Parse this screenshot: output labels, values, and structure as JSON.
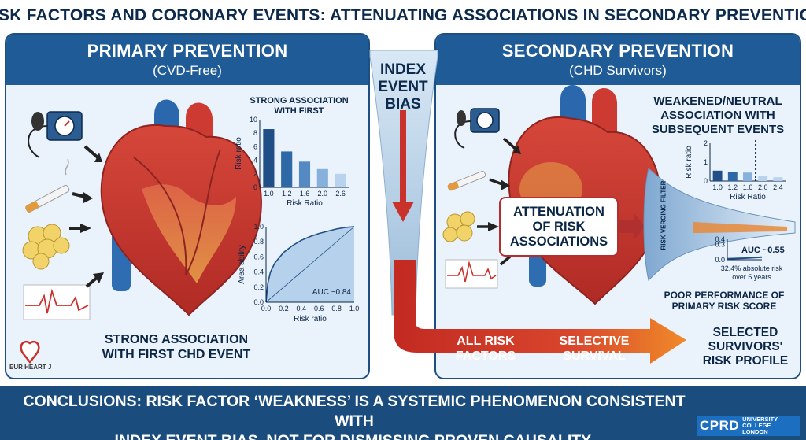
{
  "title": "RISK FACTORS AND CORONARY EVENTS: ATTENUATING ASSOCIATIONS IN SECONDARY PREVENTION",
  "left_panel": {
    "heading": "PRIMARY PREVENTION",
    "subheading": "(CVD-Free)",
    "caption_line1": "STRONG ASSOCIATION",
    "caption_line2": "WITH FIRST CHD EVENT",
    "logo": "EUR HEART J"
  },
  "center": {
    "bias_line1": "INDEX",
    "bias_line2": "EVENT",
    "bias_line3": "BIAS"
  },
  "right_panel": {
    "heading": "SECONDARY PREVENTION",
    "subheading": "(CHD Survivors)",
    "weak_line1": "WEAKENED/NEUTRAL",
    "weak_line2": "ASSOCIATION WITH",
    "weak_line3": "SUBSEQUENT EVENTS",
    "attenuation_line1": "ATTENUATION",
    "attenuation_line2": "OF RISK",
    "attenuation_line3": "ASSOCIATIONS",
    "filter_label": "RISK VEROING FILTER",
    "auc_text": "AUC ~0.55",
    "absolute_line1": "32.4% absolute risk",
    "absolute_line2": "over 5 years",
    "poor_line1": "POOR PERFORMANCE OF",
    "poor_line2": "PRIMARY RISK SCORE",
    "selected_line1": "SELECTED",
    "selected_line2": "SURVIVORS'",
    "selected_line3": "RISK PROFILE"
  },
  "flow": {
    "all_line1": "ALL RISK",
    "all_line2": "FACTORS",
    "sel_line1": "SELECTIVE",
    "sel_line2": "SURVIVAL"
  },
  "conclusion_line1": "CONCLUSIONS: RISK FACTOR ‘WEAKNESS’ IS A SYSTEMIC PHENOMENON CONSISTENT WITH",
  "conclusion_line2": "INDEX EVENT BIAS. NOT FOR DISMISSING PROVEN CAUSALITY.",
  "footer_logo": {
    "main": "CPRD",
    "line1": "UNIVERSITY",
    "line2": "COLLEGE",
    "line3": "LONDON"
  },
  "colors": {
    "navy": "#1f5b96",
    "dark": "#0d2a4d",
    "red": "#c8322a",
    "light_blue": "#eaf3fb"
  },
  "chart_data": [
    {
      "type": "bar",
      "title_line1": "STRONG ASSOCIATION",
      "title_line2": "WITH FIRST",
      "categories": [
        "1.0",
        "1.2",
        "1.6",
        "2.0",
        "2.6"
      ],
      "values": [
        8.6,
        5.3,
        3.8,
        2.7,
        2.0
      ],
      "ylabel": "Risk ratio",
      "xlabel": "Risk Ratio",
      "ylim": [
        0,
        10
      ],
      "yticks": [
        "0",
        "2",
        "4",
        "6",
        "8",
        "10"
      ],
      "colors": [
        "#1f4f86",
        "#2f68a6",
        "#5589c4",
        "#87b0dc",
        "#b9d3ee"
      ]
    },
    {
      "type": "area",
      "x": [
        0,
        0.02,
        0.05,
        0.1,
        0.2,
        0.3,
        0.4,
        0.5,
        0.6,
        0.7,
        0.8,
        0.9,
        1.0
      ],
      "y": [
        0,
        0.25,
        0.4,
        0.52,
        0.66,
        0.75,
        0.82,
        0.87,
        0.91,
        0.94,
        0.97,
        0.99,
        1.0
      ],
      "xlim": [
        0,
        1
      ],
      "ylim": [
        0,
        1
      ],
      "xticks": [
        "0.0",
        "0.2",
        "0.4",
        "0.6",
        "0.8",
        "1.0"
      ],
      "yticks": [
        "0.0",
        "0.2",
        "0.4",
        "0.6",
        "0.8",
        "1.0"
      ],
      "xlabel": "Risk ratio",
      "ylabel": "Area ability",
      "annotation": "AUC ~0.84"
    },
    {
      "type": "bar",
      "categories": [
        "1.0",
        "1.2",
        "1.6",
        "2.0",
        "2.4"
      ],
      "values": [
        0.55,
        0.5,
        0.45,
        0.25,
        0.2
      ],
      "ylabel": "Risk ratio",
      "xlabel": "Risk Ratio",
      "ylim": [
        0,
        2
      ],
      "yticks": [
        "0",
        "1",
        "2"
      ],
      "colors": [
        "#1f4f86",
        "#2f68a6",
        "#87b0dc",
        "#b9d3ee",
        "#b9d3ee"
      ]
    },
    {
      "type": "line",
      "x": [
        0,
        0.5,
        1
      ],
      "y": [
        0.02,
        0.03,
        0.05
      ],
      "ylim": [
        0,
        0.4
      ],
      "yticks": [
        "0.0",
        "0.3",
        "0.4"
      ]
    }
  ]
}
